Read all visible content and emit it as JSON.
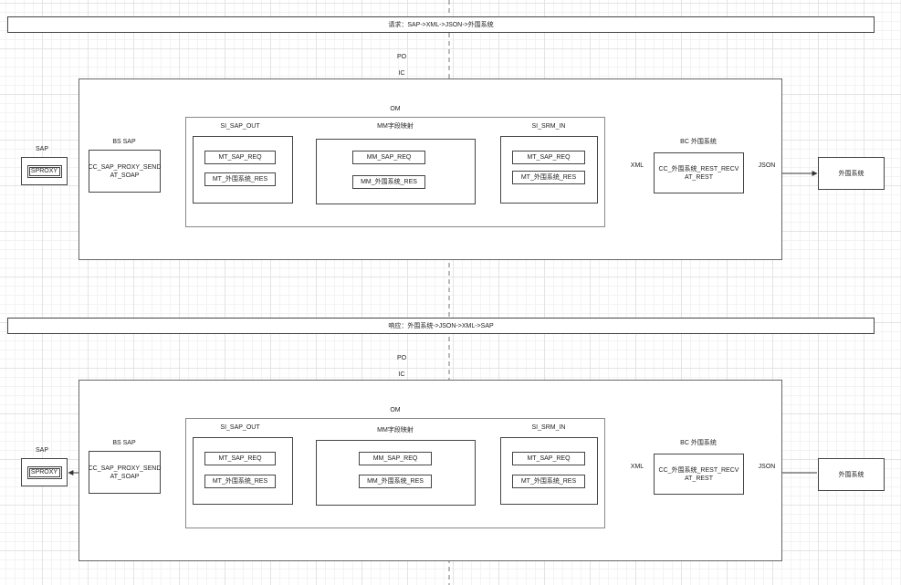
{
  "request": {
    "banner": "请求：SAP->XML->JSON->外围系统",
    "po_label": "PO",
    "ic_label": "IC",
    "om_label": "OM",
    "sap_label": "SAP",
    "sproxy": "SPROXY",
    "bs_sap_label": "BS SAP",
    "cc_sap_line1": "CC_SAP_PROXY_SEND",
    "cc_sap_line2": "AT_SOAP",
    "si_out_label": "SI_SAP_OUT",
    "si_out_req": "MT_SAP_REQ",
    "si_out_res": "MT_外围系统_RES",
    "mm_label": "MM字段映射",
    "mm_req": "MM_SAP_REQ",
    "mm_res": "MM_外围系统_RES",
    "si_in_label": "SI_SRM_IN",
    "si_in_req": "MT_SAP_REQ",
    "si_in_res": "MT_外围系统_RES",
    "bc_label": "BC 外围系统",
    "cc_rest_line1": "CC_外围系统_REST_RECV",
    "cc_rest_line2": "AT_REST",
    "xml_label": "XML",
    "json_label": "JSON",
    "external": "外围系统"
  },
  "response": {
    "banner": "响应：外围系统->JSON->XML->SAP",
    "po_label": "PO",
    "ic_label": "IC",
    "om_label": "OM",
    "sap_label": "SAP",
    "sproxy": "SPROXY",
    "bs_sap_label": "BS SAP",
    "cc_sap_line1": "CC_SAP_PROXY_SEND",
    "cc_sap_line2": "AT_SOAP",
    "si_out_label": "SI_SAP_OUT",
    "si_out_req": "MT_SAP_REQ",
    "si_out_res": "MT_外围系统_RES",
    "mm_label": "MM字段映射",
    "mm_req": "MM_SAP_REQ",
    "mm_res": "MM_外围系统_RES",
    "si_in_label": "SI_SRM_IN",
    "si_in_req": "MT_SAP_REQ",
    "si_in_res": "MT_外围系统_RES",
    "bc_label": "BC 外围系统",
    "cc_rest_line1": "CC_外围系统_REST_RECV",
    "cc_rest_line2": "AT_REST",
    "xml_label": "XML",
    "json_label": "JSON",
    "external": "外围系统"
  }
}
